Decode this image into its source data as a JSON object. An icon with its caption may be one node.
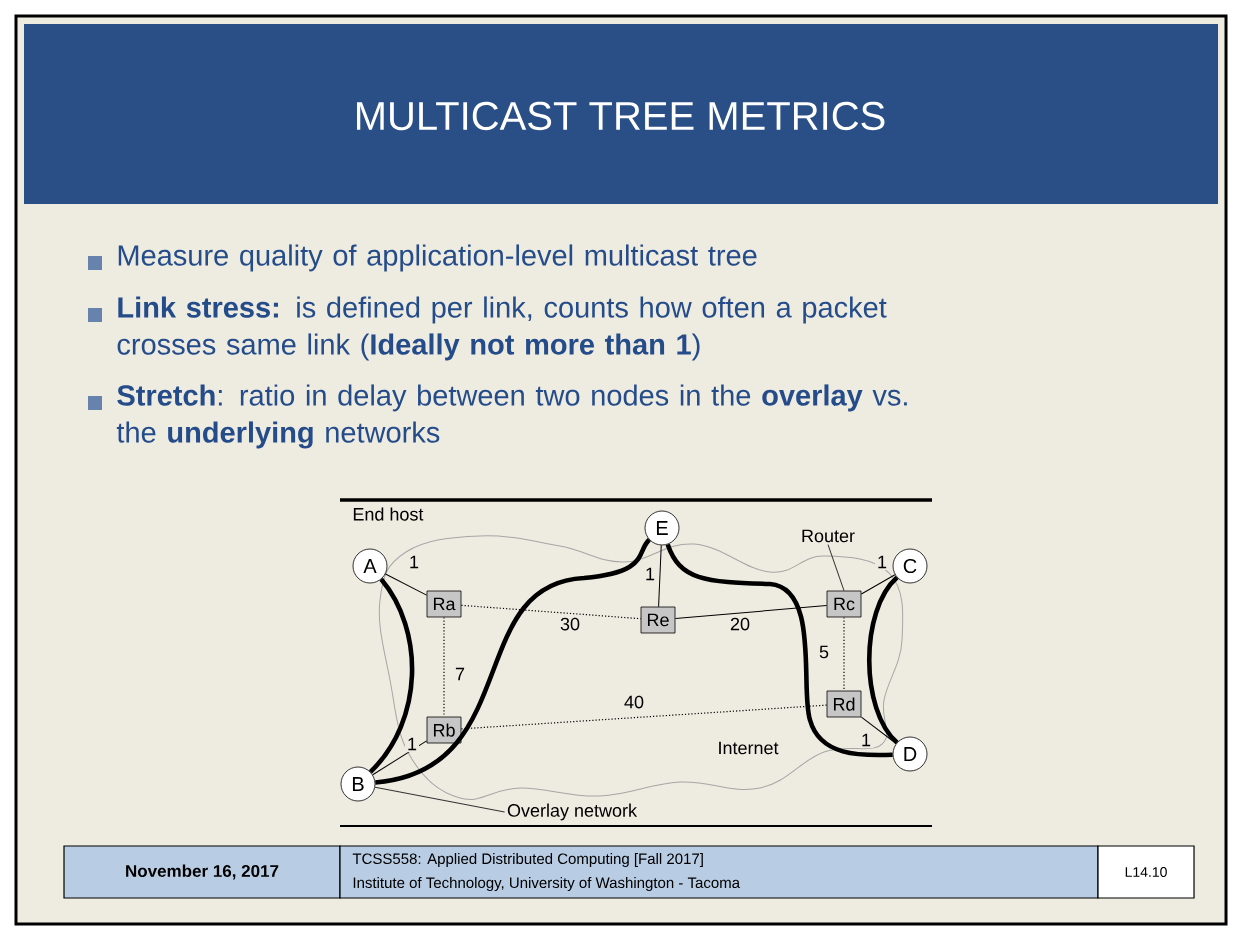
{
  "diagram": {
    "title": "MULTICAST TREE METRICS",
    "nodes": [
      {
        "text": [
          "A"
        ]
      },
      {
        "text": [
          "B"
        ]
      },
      {
        "text": [
          "C"
        ]
      },
      {
        "text": [
          "D"
        ]
      },
      {
        "text": [
          "E"
        ]
      },
      {
        "text": [
          "Ra"
        ]
      },
      {
        "text": [
          "Rb"
        ]
      },
      {
        "text": [
          "Rc"
        ]
      },
      {
        "text": [
          "Rd"
        ]
      },
      {
        "text": [
          "Re"
        ]
      },
      {
        "text": [
          "Router"
        ]
      },
      {
        "text": [
          "Overlay network"
        ]
      }
    ],
    "edges": [
      {
        "from": 0,
        "to": 5,
        "arrow": "none",
        "label": "1"
      },
      {
        "from": 5,
        "to": 9,
        "arrow": "none",
        "label": "30",
        "style": "dashed"
      },
      {
        "from": 9,
        "to": 4,
        "arrow": "none",
        "label": "1"
      },
      {
        "from": 9,
        "to": 7,
        "arrow": "none",
        "label": "20"
      },
      {
        "from": 7,
        "to": 2,
        "arrow": "none",
        "label": "1"
      },
      {
        "from": 7,
        "to": 8,
        "arrow": "none",
        "label": "5",
        "style": "dashed"
      },
      {
        "from": 8,
        "to": 3,
        "arrow": "none",
        "label": "1"
      },
      {
        "from": 5,
        "to": 6,
        "arrow": "none",
        "label": "7",
        "style": "dashed"
      },
      {
        "from": 6,
        "to": 1,
        "arrow": "none",
        "label": "1"
      },
      {
        "from": 6,
        "to": 8,
        "arrow": "none",
        "label": "40",
        "style": "dashed"
      },
      {
        "from": 0,
        "to": 1,
        "arrow": "none",
        "style": "thick"
      },
      {
        "from": 1,
        "to": 4,
        "arrow": "none",
        "style": "thick"
      },
      {
        "from": 4,
        "to": 3,
        "arrow": "none",
        "style": "thick"
      },
      {
        "from": 2,
        "to": 3,
        "arrow": "none",
        "style": "thick"
      },
      {
        "from": 10,
        "to": 7,
        "arrow": "none"
      },
      {
        "from": 11,
        "to": 1,
        "arrow": "none"
      }
    ],
    "labels": [
      "Measure quality of application-level multicast tree",
      "**Link stress:** is defined per link, counts how often a packet crosses same link  (**Ideally not more than 1**)",
      "**Stretch**: ratio in delay between two nodes in the **overlay** vs. the **underlying** networks",
      "End host",
      "Internet",
      "November 16, 2017",
      "TCSS558: Applied Distributed Computing [Fall 2017]",
      "Institute of Technology, University of Washington - Tacoma",
      "L14.10"
    ]
  }
}
